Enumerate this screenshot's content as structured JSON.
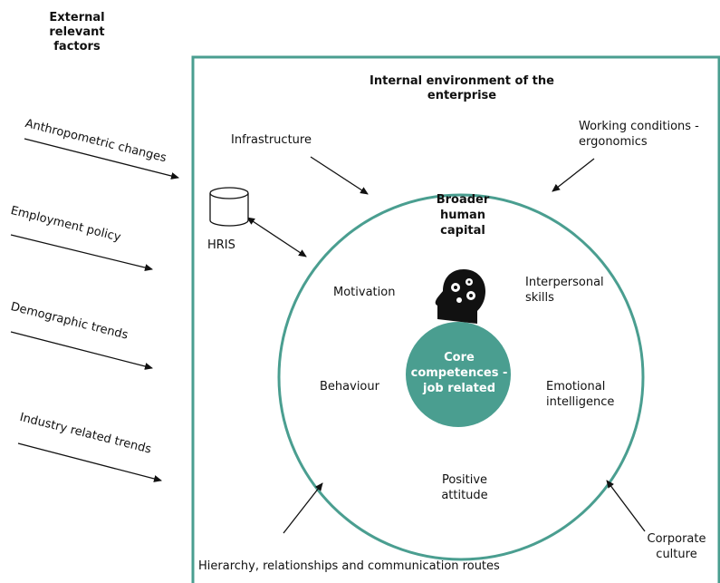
{
  "external": {
    "title": "External relevant factors",
    "factors": [
      "Anthropometric changes",
      "Employment policy",
      "Demographic trends",
      "Industry related trends"
    ]
  },
  "internal": {
    "title": "Internal environment of the enterprise",
    "infrastructure": "Infrastructure",
    "working_conditions": "Working conditions - ergonomics",
    "hris": "HRIS",
    "hierarchy": "Hierarchy, relationships and communication routes",
    "corporate_culture": "Corporate culture"
  },
  "circle": {
    "title": "Broader human capital",
    "motivation": "Motivation",
    "interpersonal": "Interpersonal skills",
    "behaviour": "Behaviour",
    "emotional": "Emotional intelligence",
    "positive": "Positive attitude",
    "core": "Core competences - job related"
  },
  "colors": {
    "teal": "#4a9e90",
    "text": "#111111"
  },
  "icons": [
    "database-icon",
    "head-gears-icon"
  ]
}
